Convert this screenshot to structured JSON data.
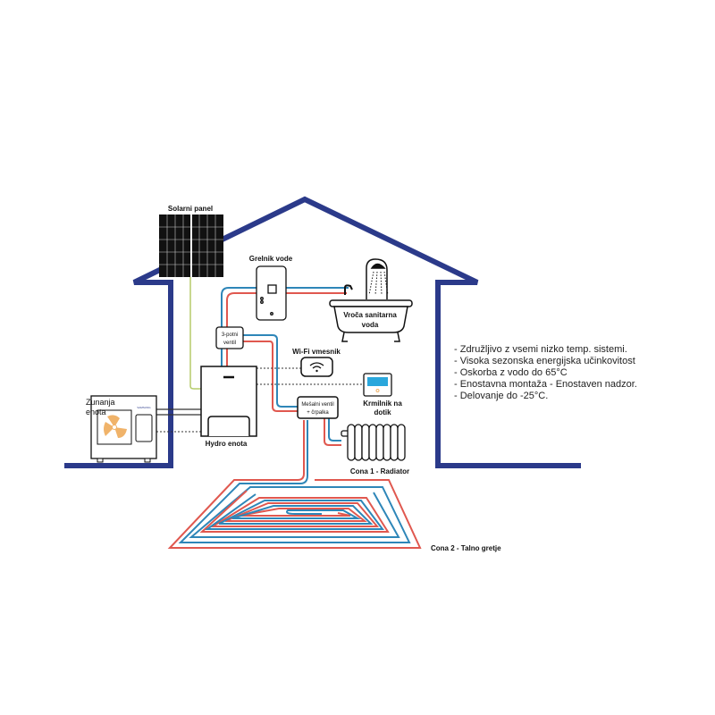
{
  "labels": {
    "solar_panel": "Solarni panel",
    "water_heater": "Grelnik vode",
    "bath_line1": "Vroča sanitarna",
    "bath_line2": "voda",
    "valve_line1": "3-potni",
    "valve_line2": "ventil",
    "wifi": "Wi-Fi vmesnik",
    "controller_line1": "Krmilnik na",
    "controller_line2": "dotik",
    "mixing_line1": "Mešalni ventil",
    "mixing_line2": "+ črpalka",
    "outdoor_line1": "Zunanja",
    "outdoor_line2": "enota",
    "outdoor_brand": "SAMSUNG",
    "hydro": "Hydro enota",
    "zone1": "Cona 1 - Radiator",
    "zone2": "Cona 2 - Talno gretje"
  },
  "features": [
    "- Združljivo z vsemi nizko temp. sistemi.",
    "- Visoka sezonska energijska učinkovitost",
    "- Oskorba z vodo do 65°C",
    "- Enostavna montaža - Enostaven nadzor.",
    "- Delovanje do -25°C."
  ],
  "colors": {
    "house": "#2b3a8a",
    "hot": "#e0584f",
    "cold": "#2e86b8",
    "solar_wire": "#b5cc6a",
    "fan": "#f0b36a",
    "screen": "#2aa7dc"
  }
}
